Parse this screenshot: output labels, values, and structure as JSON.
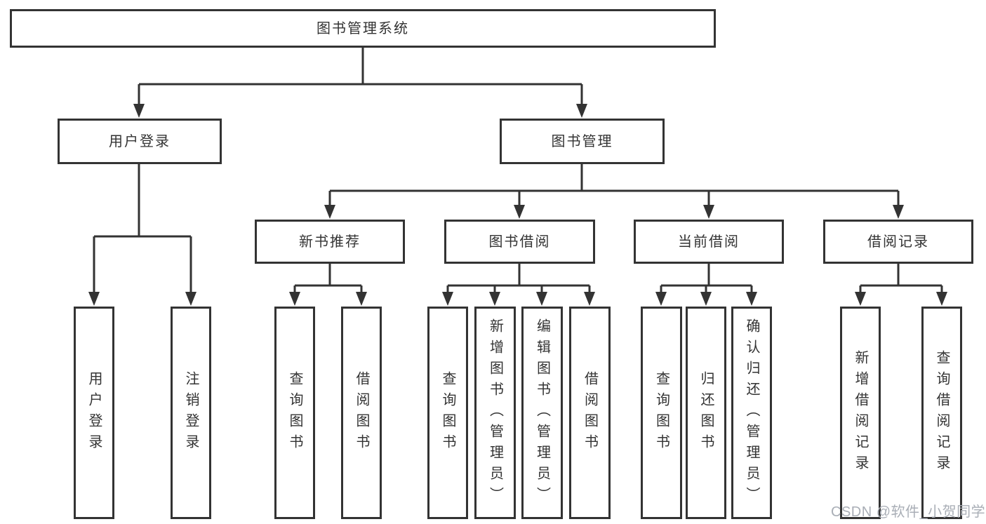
{
  "tree": {
    "root": {
      "label": "图书管理系统",
      "children": [
        {
          "label": "用户登录",
          "children": [
            {
              "label": "用户登录"
            },
            {
              "label": "注销登录"
            }
          ]
        },
        {
          "label": "图书管理",
          "children": [
            {
              "label": "新书推荐",
              "children": [
                {
                  "label": "查询图书"
                },
                {
                  "label": "借阅图书"
                }
              ]
            },
            {
              "label": "图书借阅",
              "children": [
                {
                  "label": "查询图书"
                },
                {
                  "label": "新增图书（管理员）"
                },
                {
                  "label": "编辑图书（管理员）"
                },
                {
                  "label": "借阅图书"
                }
              ]
            },
            {
              "label": "当前借阅",
              "children": [
                {
                  "label": "查询图书"
                },
                {
                  "label": "归还图书"
                },
                {
                  "label": "确认归还（管理员）"
                }
              ]
            },
            {
              "label": "借阅记录",
              "children": [
                {
                  "label": "新增借阅记录"
                },
                {
                  "label": "查询借阅记录"
                }
              ]
            }
          ]
        }
      ]
    }
  },
  "watermark": "CSDN @软件_小贺同学",
  "colors": {
    "line": "#333333",
    "box_border": "#333333",
    "text": "#333333",
    "watermark": "#a9aeb6",
    "background": "#ffffff"
  }
}
